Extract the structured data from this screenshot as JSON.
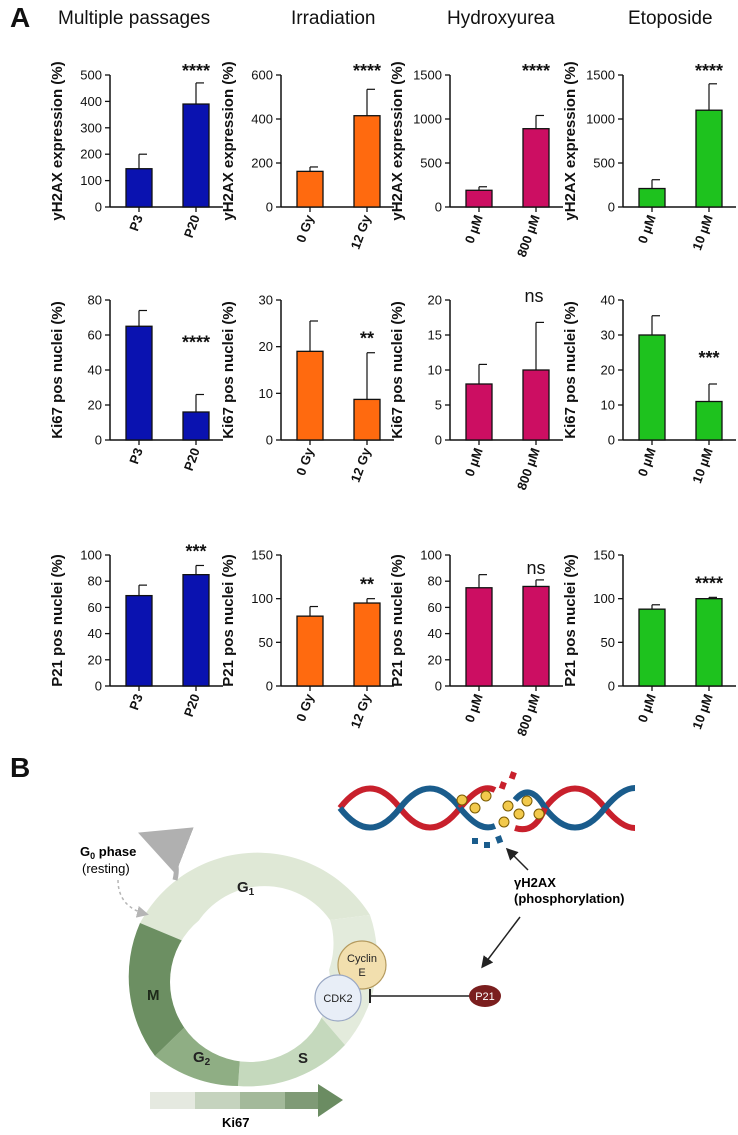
{
  "panel_a_label": "A",
  "panel_b_label": "B",
  "column_titles": [
    "Multiple passages",
    "Irradiation",
    "Hydroxyurea",
    "Etoposide"
  ],
  "colors": {
    "passages": "#0a12b0",
    "irradiation": "#ff6a0f",
    "hydroxyurea": "#cc0e62",
    "etoposide": "#1ec21e"
  },
  "chart_data": [
    {
      "type": "bar",
      "ylabel": "yH2AX expression (%)",
      "categories": [
        "P3",
        "P20"
      ],
      "values": [
        145,
        390
      ],
      "errors": [
        55,
        80
      ],
      "ylim": [
        0,
        500
      ],
      "yticks": [
        0,
        100,
        200,
        300,
        400,
        500
      ],
      "significance": "****"
    },
    {
      "type": "bar",
      "ylabel": "yH2AX expression (%)",
      "categories": [
        "0 Gy",
        "12 Gy"
      ],
      "values": [
        162,
        415
      ],
      "errors": [
        20,
        120
      ],
      "ylim": [
        0,
        600
      ],
      "yticks": [
        0,
        200,
        400,
        600
      ],
      "significance": "****"
    },
    {
      "type": "bar",
      "ylabel": "yH2AX expression (%)",
      "categories": [
        "0 µM",
        "800 µM"
      ],
      "values": [
        190,
        890
      ],
      "errors": [
        40,
        150
      ],
      "ylim": [
        0,
        1500
      ],
      "yticks": [
        0,
        500,
        1000,
        1500
      ],
      "significance": "****"
    },
    {
      "type": "bar",
      "ylabel": "yH2AX expression (%)",
      "categories": [
        "0 µM",
        "10 µM"
      ],
      "values": [
        210,
        1100
      ],
      "errors": [
        100,
        300
      ],
      "ylim": [
        0,
        1500
      ],
      "yticks": [
        0,
        500,
        1000,
        1500
      ],
      "significance": "****"
    },
    {
      "type": "bar",
      "ylabel": "Ki67 pos nuclei (%)",
      "categories": [
        "P3",
        "P20"
      ],
      "values": [
        65,
        16
      ],
      "errors": [
        9,
        10
      ],
      "ylim": [
        0,
        80
      ],
      "yticks": [
        0,
        20,
        40,
        60,
        80
      ],
      "significance": "****"
    },
    {
      "type": "bar",
      "ylabel": "Ki67 pos nuclei (%)",
      "categories": [
        "0 Gy",
        "12 Gy"
      ],
      "values": [
        19,
        8.7
      ],
      "errors": [
        6.5,
        10
      ],
      "ylim": [
        0,
        30
      ],
      "yticks": [
        0,
        10,
        20,
        30
      ],
      "significance": "**"
    },
    {
      "type": "bar",
      "ylabel": "Ki67 pos nuclei (%)",
      "categories": [
        "0 µM",
        "800 µM"
      ],
      "values": [
        8,
        10
      ],
      "errors": [
        2.8,
        6.8
      ],
      "ylim": [
        0,
        20
      ],
      "yticks": [
        0,
        5,
        10,
        15,
        20
      ],
      "significance": "ns"
    },
    {
      "type": "bar",
      "ylabel": "Ki67 pos nuclei (%)",
      "categories": [
        "0 µM",
        "10 µM"
      ],
      "values": [
        30,
        11
      ],
      "errors": [
        5.5,
        5
      ],
      "ylim": [
        0,
        40
      ],
      "yticks": [
        0,
        10,
        20,
        30,
        40
      ],
      "significance": "***"
    },
    {
      "type": "bar",
      "ylabel": "P21 pos nuclei (%)",
      "categories": [
        "P3",
        "P20"
      ],
      "values": [
        69,
        85
      ],
      "errors": [
        8,
        7
      ],
      "ylim": [
        0,
        100
      ],
      "yticks": [
        0,
        20,
        40,
        60,
        80,
        100
      ],
      "significance": "***"
    },
    {
      "type": "bar",
      "ylabel": "P21 pos nuclei (%)",
      "categories": [
        "0 Gy",
        "12 Gy"
      ],
      "values": [
        80,
        95
      ],
      "errors": [
        11,
        5
      ],
      "ylim": [
        0,
        150
      ],
      "yticks": [
        0,
        50,
        100,
        150
      ],
      "significance": "**"
    },
    {
      "type": "bar",
      "ylabel": "P21 pos nuclei (%)",
      "categories": [
        "0 µM",
        "800 µM"
      ],
      "values": [
        75,
        76
      ],
      "errors": [
        10,
        5
      ],
      "ylim": [
        0,
        100
      ],
      "yticks": [
        0,
        20,
        40,
        60,
        80,
        100
      ],
      "significance": "ns"
    },
    {
      "type": "bar",
      "ylabel": "P21 pos nuclei (%)",
      "categories": [
        "0 µM",
        "10 µM"
      ],
      "values": [
        88,
        100
      ],
      "errors": [
        5,
        1.5
      ],
      "ylim": [
        0,
        150
      ],
      "yticks": [
        0,
        50,
        100,
        150
      ],
      "significance": "****"
    }
  ],
  "diagram": {
    "g0_phase": "G",
    "g0_sub": "0",
    "g0_phase_rest": " phase",
    "resting": "(resting)",
    "g1": "G",
    "g1_sub": "1",
    "s": "S",
    "g2": "G",
    "g2_sub": "2",
    "m": "M",
    "cyclin_line1": "Cyclin",
    "cyclin_line2": "E",
    "cdk2": "CDK2",
    "p21": "P21",
    "gh2ax_line1": "γH2AX",
    "gh2ax_line2": "(phosphorylation)",
    "ki67": "Ki67"
  }
}
